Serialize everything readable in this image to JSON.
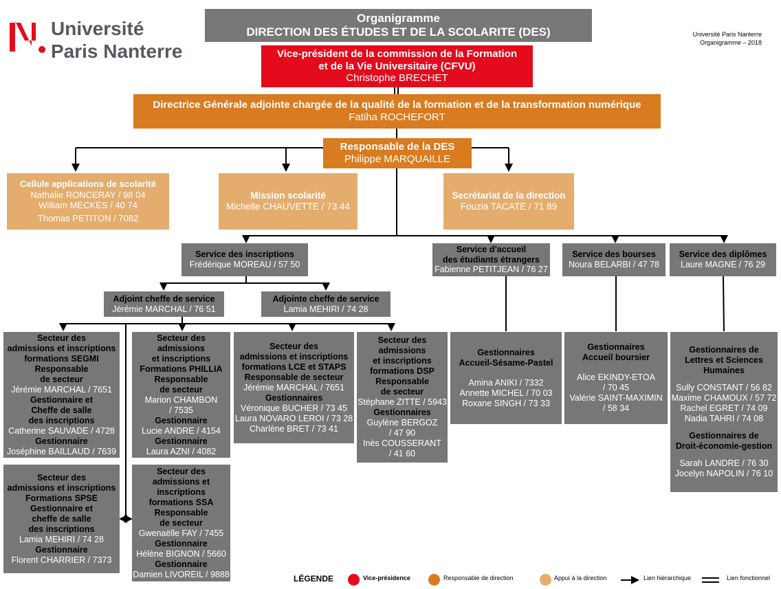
{
  "logo": {
    "line1": "Université",
    "line2": "Paris Nanterre"
  },
  "header": {
    "title": "Organigramme",
    "subtitle": "DIRECTION DES ÉTUDES ET DE LA SCOLARITE (DES)"
  },
  "corner": {
    "line1": "Université Paris Nanterre",
    "line2": "Organigramme – 2018"
  },
  "vp": {
    "title1": "Vice-président de la commission de la Formation",
    "title2": "et de la Vie Universitaire (CFVU)",
    "name": "Christophe BRECHET"
  },
  "dga": {
    "title": "Directrice Générale adjointe chargée de la qualité de la formation et de la transformation numérique",
    "name": "Fatiha ROCHEFORT"
  },
  "resp": {
    "title": "Responsable de la DES",
    "name": "Philippe MARQUAILLE"
  },
  "cellule": {
    "title": "Cellule applications de scolarité",
    "p1": "Nathalie RONCERAY / 98 04",
    "p2": "William MECKES / 40 74",
    "p3": "Thomas PETITON / 7082"
  },
  "mission": {
    "title": "Mission scolarité",
    "p1": "Michelle CHAUVETTE / 73 44"
  },
  "secretariat": {
    "title": "Secrétariat de la direction",
    "p1": "Fouzia TACATE / 71 89"
  },
  "inscriptions": {
    "title": "Service des inscriptions",
    "p1": "Frédérique MOREAU / 57 50"
  },
  "accueil": {
    "title1": "Service d’accueil",
    "title2": "des étudiants étrangers",
    "p1": "Fabienne PETITJEAN / 76 27"
  },
  "bourses": {
    "title": "Service des bourses",
    "p1": "Noura BELARBI / 47 78"
  },
  "diplomes": {
    "title": "Service des diplômes",
    "p1": "Laure MAGNE / 76 29"
  },
  "adj1": {
    "title": "Adjoint cheffe de service",
    "p1": "Jérémie MARCHAL / 76 51"
  },
  "adj2": {
    "title": "Adjointe cheffe de service",
    "p1": "Lamia MEHIRI / 74 28"
  },
  "segmi": {
    "t1": "Secteur des",
    "t2": "admissions et inscriptions",
    "t3": "formations SEGMI",
    "r1": "Responsable",
    "r2": "de secteur",
    "p1": "Jérémie MARCHAL / 7651",
    "g1": "Gestionnaire et",
    "g2": "Cheffe de salle",
    "g3": "des inscriptions",
    "p2": "Catherine SAUVADE / 4728",
    "g4": "Gestionnaire",
    "p3": "Joséphine BAILLAUD / 7639"
  },
  "phillia": {
    "t1": "Secteur des",
    "t2": "admissions",
    "t3": "et inscriptions",
    "t4": "Formations PHILLIA",
    "r1": "Responsable",
    "r2": "de secteur",
    "p1": "Marion CHAMBON",
    "p1b": "/ 7535",
    "g1": "Gestionnaire",
    "p2": "Lucie ANDRE / 4154",
    "g2": "Gestionnaire",
    "p3": "Laura AZNI / 4082"
  },
  "lce": {
    "t1": "Secteur des",
    "t2": "admissions et inscriptions",
    "t3": "formations LCE et STAPS",
    "r1": "Responsable de secteur",
    "p1": "Jérémie MARCHAL / 7651",
    "g1": "Gestionnaires",
    "p2": "Véronique BUCHER / 73 45",
    "p3": "Laura NOVARO LEROI / 73 28",
    "p4": "Charlène BRET / 73 41"
  },
  "dsp": {
    "t1": "Secteur des",
    "t2": "admissions",
    "t3": "et inscriptions",
    "t4": "formations DSP",
    "r1": "Responsable",
    "r2": "de secteur",
    "p1": "Stéphane ZITTE / 5943",
    "g1": "Gestionnaires",
    "p2": "Guylène BERGOZ",
    "p2b": "/ 47 90",
    "p3": "Inès COUSSERANT",
    "p3b": "/ 41 60"
  },
  "spse": {
    "t1": "Secteur des",
    "t2": "admissions et inscriptions",
    "t3": "Formations SPSE",
    "g1": "Gestionnaire et",
    "g2": "cheffe de salle",
    "g3": "des inscriptions",
    "p1": "Lamia MEHIRI / 74 28",
    "g4": "Gestionnaire",
    "p2": "Florent CHARRIER / 7373"
  },
  "ssa": {
    "t1": "Secteur des",
    "t2": "admissions et",
    "t3": "inscriptions",
    "t4": "formations SSA",
    "r1": "Responsable",
    "r2": "de secteur",
    "p1": "Gwenaëlle FAY / 7455",
    "g1": "Gestionnaire",
    "p2": "Hélène BIGNON / 5660",
    "g2": "Gestionnaire",
    "p3": "Damien LIVOREIL / 9888"
  },
  "gestAccueil": {
    "t1": "Gestionnaires",
    "t2": "Accueil-Sésame-Pastel",
    "p1": "Amina ANIKI / 7332",
    "p2": "Annette MICHEL / 70 03",
    "p3": "Roxane SINGH / 73 33"
  },
  "gestBoursier": {
    "t1": "Gestionnaires",
    "t2": "Accueil boursier",
    "p1": "Alice EKINDY-ETOA",
    "p1b": "/ 70 45",
    "p2": "Valérie SAINT-MAXIMIN",
    "p2b": "/ 58 34"
  },
  "gestLettres": {
    "t1": "Gestionnaires de",
    "t2": "Lettres et Sciences",
    "t3": "Humaines",
    "p1": "Sully CONSTANT / 56 82",
    "p2": "Maxime CHAMOUX / 57 72",
    "p3": "Rachel EGRET / 74 09",
    "p4": "Nadia TAHRI / 74 08",
    "t4": "Gestionnaires de",
    "t5": "Droit-économie-gestion",
    "p5": "Sarah LANDRE / 76 30",
    "p6": "Jocelyn NAPOLIN / 76 10"
  },
  "legend": {
    "title": "LÉGENDE",
    "vp": "Vice-présidence",
    "resp": "Responsable de direction",
    "appui": "Appui à la direction",
    "hier": "Lien hiérarchique",
    "fonc": "Lien fonctionnel"
  },
  "colors": {
    "red": "#e30b1c",
    "orange": "#d97b20",
    "peach": "#e4ad6e",
    "gray": "#777777"
  }
}
